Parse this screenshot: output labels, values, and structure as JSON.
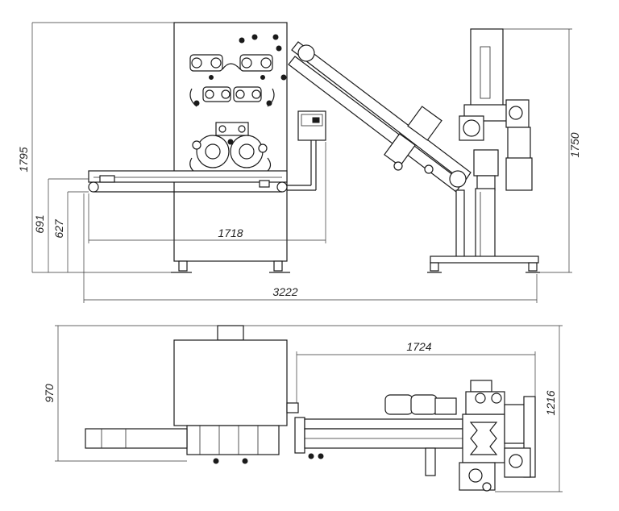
{
  "dimensions": {
    "total_height": "1795",
    "left_conveyor_height": "691",
    "left_conveyor_lower_height": "627",
    "conveyor_length": "1718",
    "right_unit_height": "1750",
    "overall_length": "3222",
    "top_view_width": "970",
    "top_view_conveyor_length": "1724",
    "top_view_right_width": "1216"
  }
}
